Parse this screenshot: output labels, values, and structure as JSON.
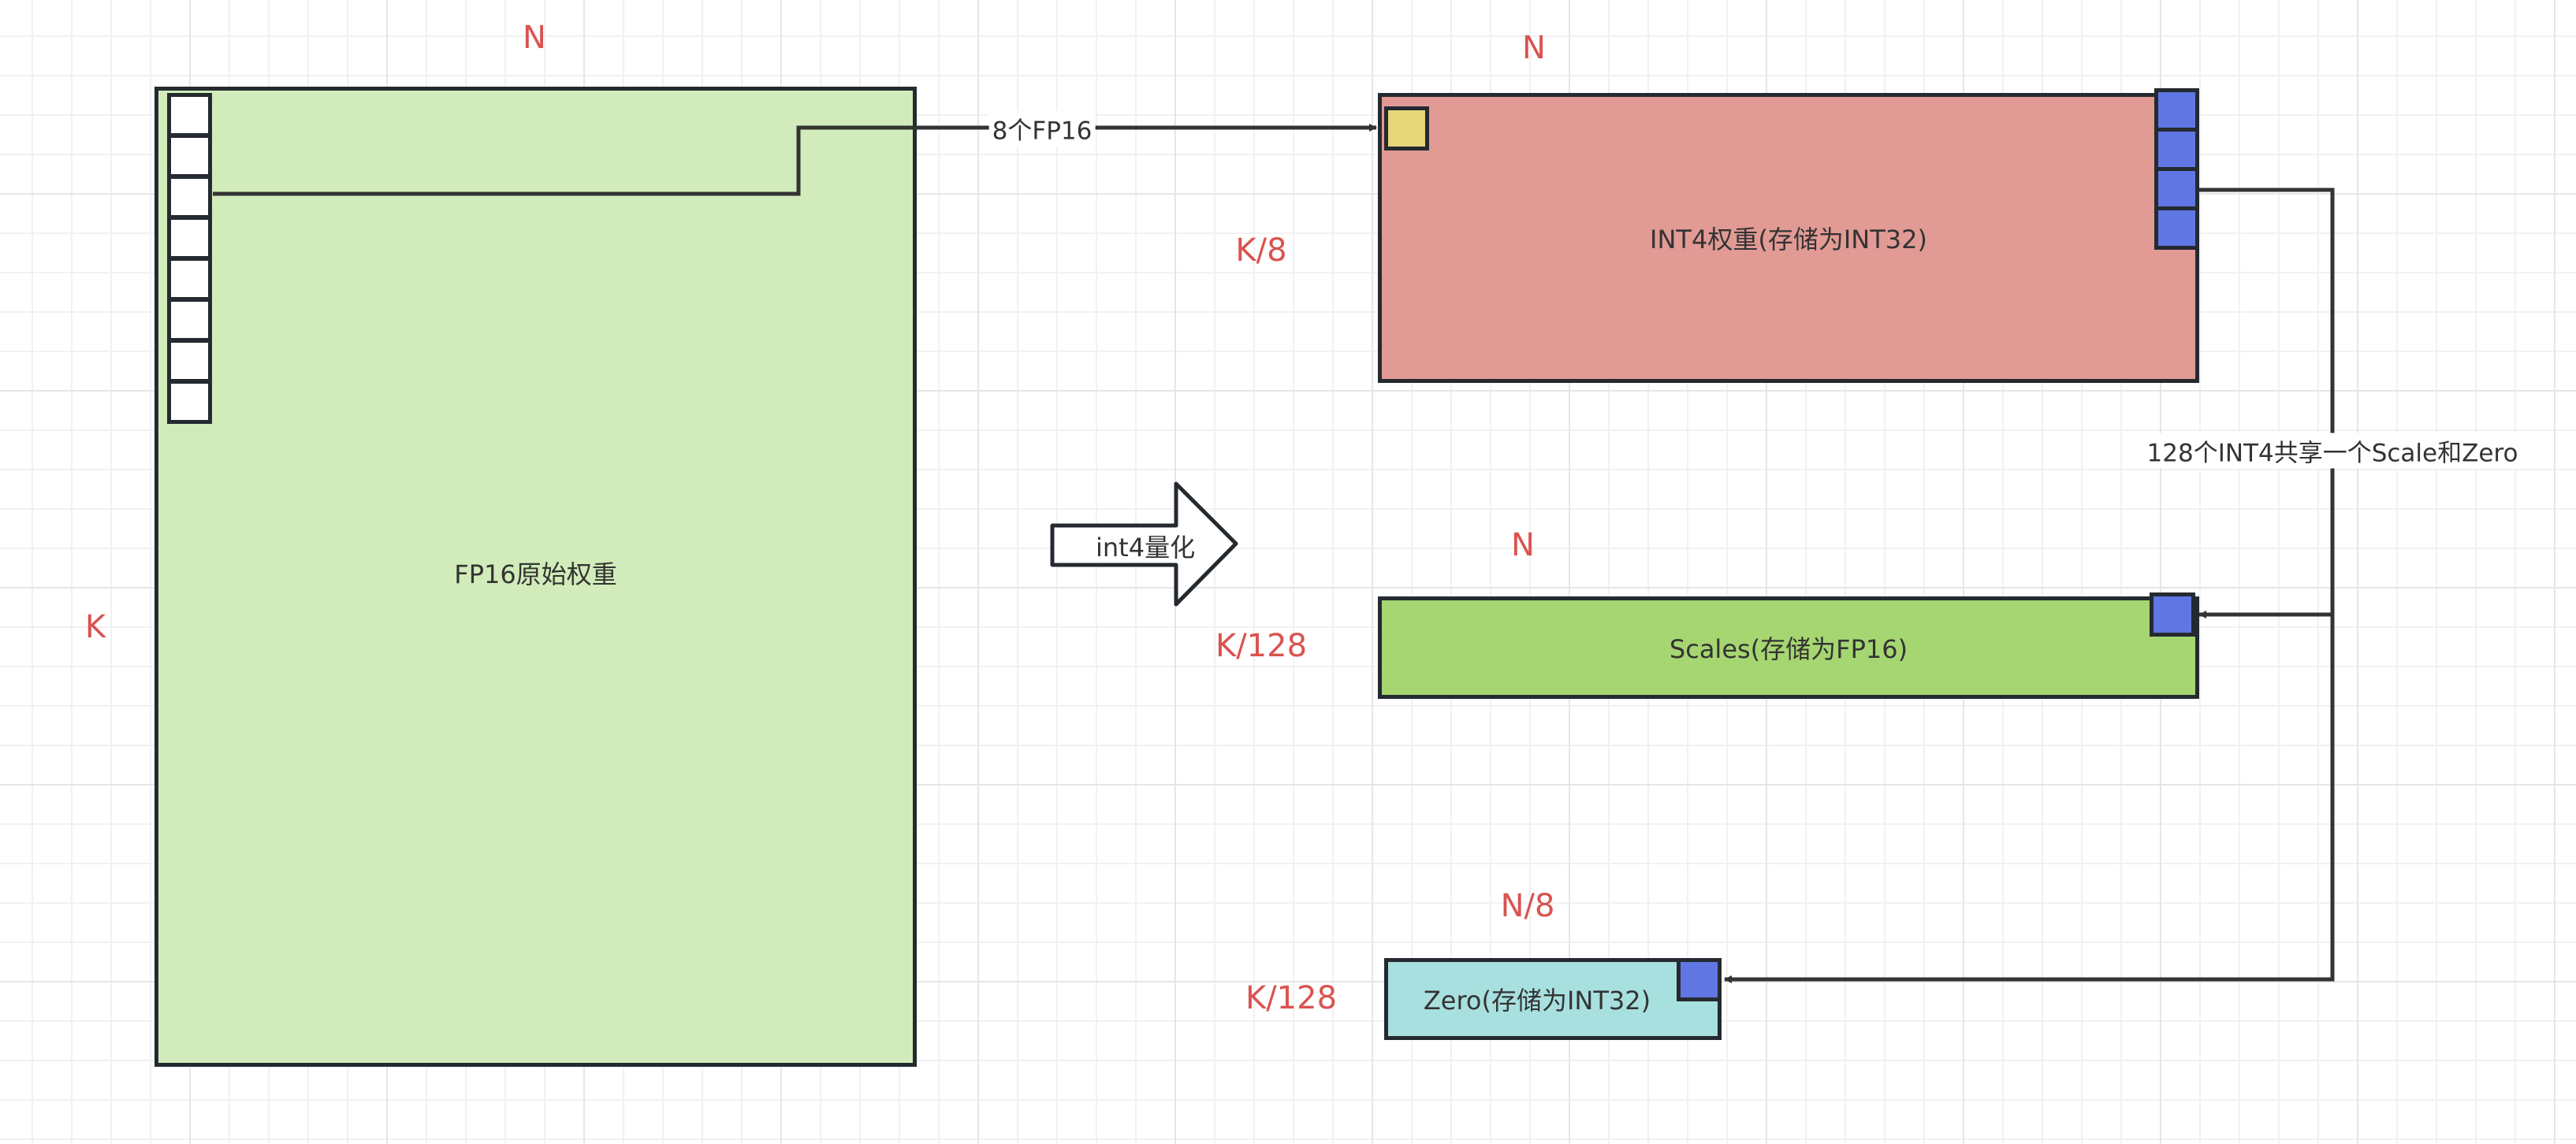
{
  "fp16_matrix": {
    "label": "FP16原始权重",
    "rows_dim": "K",
    "cols_dim": "N",
    "color": "#d1ecba",
    "highlight_cells": 8
  },
  "quantize_arrow": {
    "label": "int4量化"
  },
  "pack_connector": {
    "label": "8个FP16"
  },
  "int4_matrix": {
    "label": "INT4权重(存储为INT32)",
    "rows_dim": "K/8",
    "cols_dim": "N",
    "color": "#e29a94",
    "packed_cell_color": "#e6d67a",
    "group_cells": 4
  },
  "group_connector": {
    "label": "128个INT4共享一个Scale和Zero"
  },
  "scales_matrix": {
    "label": "Scales(存储为FP16)",
    "rows_dim": "K/128",
    "cols_dim": "N",
    "color": "#a6d671"
  },
  "zero_matrix": {
    "label": "Zero(存储为INT32)",
    "rows_dim": "K/128",
    "cols_dim": "N/8",
    "color": "#a8dfdf"
  },
  "colors": {
    "group_cell": "#6076e3",
    "dimension_label": "#d9534f",
    "stroke": "#242a30"
  }
}
